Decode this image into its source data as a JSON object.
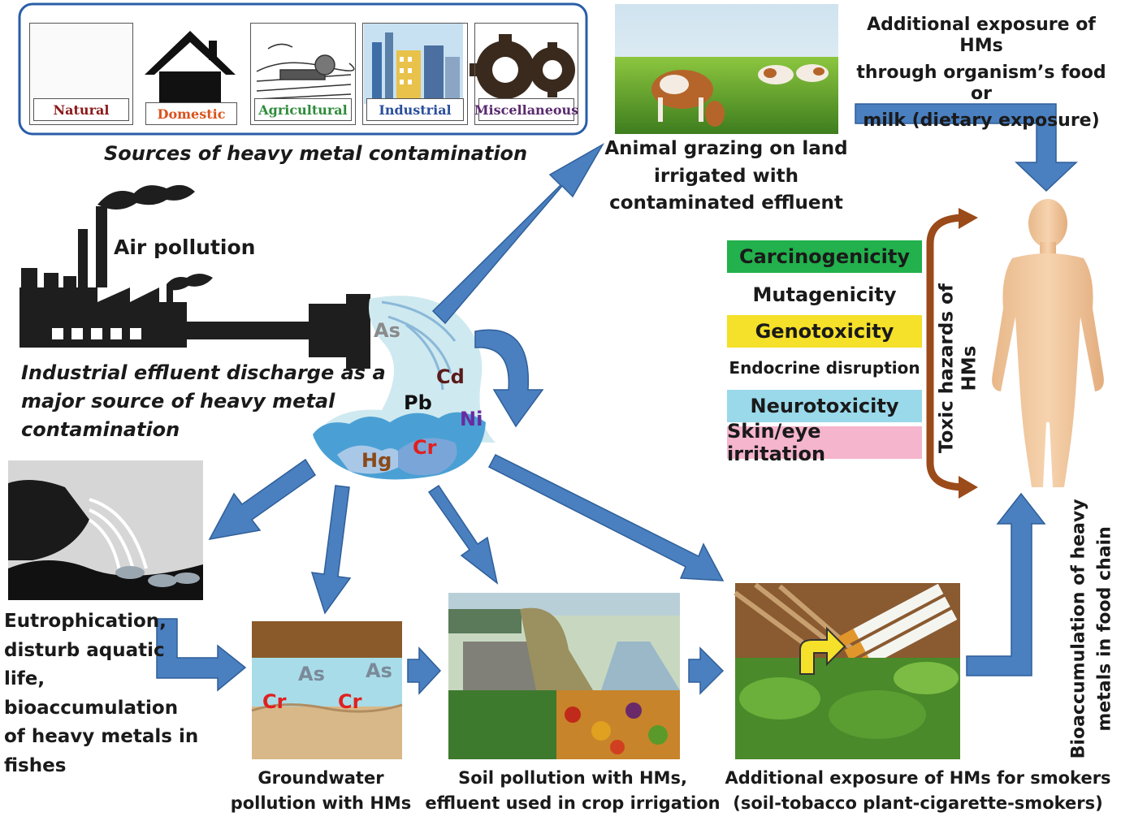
{
  "sources": {
    "caption": "Sources of heavy metal contamination",
    "items": [
      {
        "label": "Natural",
        "color": "#8b1a1a"
      },
      {
        "label": "Domestic",
        "color": "#d9531e"
      },
      {
        "label": "Agricultural",
        "color": "#2e8b3a"
      },
      {
        "label": "Industrial",
        "color": "#2a4f9c"
      },
      {
        "label": "Miscellaneous",
        "color": "#5a2a6e"
      }
    ]
  },
  "factory": {
    "air_pollution": "Air pollution",
    "effluent": [
      "Industrial effluent discharge as a",
      "major source of heavy metal",
      "contamination"
    ]
  },
  "metals": [
    "As",
    "Cd",
    "Pb",
    "Ni",
    "Hg",
    "Cr"
  ],
  "grazing": [
    "Animal grazing on land",
    "irrigated with",
    "contaminated effluent"
  ],
  "dietary": [
    "Additional exposure of HMs",
    "through organism’s food or",
    "milk (dietary exposure)"
  ],
  "hazards": {
    "title": "Toxic hazards of HMs",
    "items": [
      {
        "label": "Carcinogenicity",
        "color": "#22b14c"
      },
      {
        "label": "Mutagenicity",
        "color": "#ffffff"
      },
      {
        "label": "Genotoxicity",
        "color": "#f5e02a"
      },
      {
        "label": "Endocrine disruption",
        "color": "#ffffff"
      },
      {
        "label": "Neurotoxicity",
        "color": "#99d9ea"
      },
      {
        "label": "Skin/eye irritation",
        "color": "#f5b5cc"
      }
    ]
  },
  "aquatic": [
    "Eutrophication,",
    "disturb aquatic",
    "life,",
    "bioaccumulation",
    "of heavy metals in",
    "fishes"
  ],
  "groundwater": {
    "caption": [
      "Groundwater",
      "pollution with HMs"
    ],
    "metals": [
      "As",
      "As",
      "Cr",
      "Cr"
    ]
  },
  "soil": [
    "Soil pollution with HMs,",
    "effluent used in crop irrigation"
  ],
  "smokers": [
    "Additional exposure of HMs for smokers",
    "(soil-tobacco plant-cigarette-smokers)"
  ],
  "bioaccumulation": [
    "Bioaccumulation of heavy",
    "metals in food chain"
  ],
  "colors": {
    "arrow": "#4a7fc0",
    "arrow_dark": "#2f5f99",
    "brace": "#9b4a1a",
    "skin": "#f2c9a0",
    "smoke": "#1a1a1a"
  }
}
